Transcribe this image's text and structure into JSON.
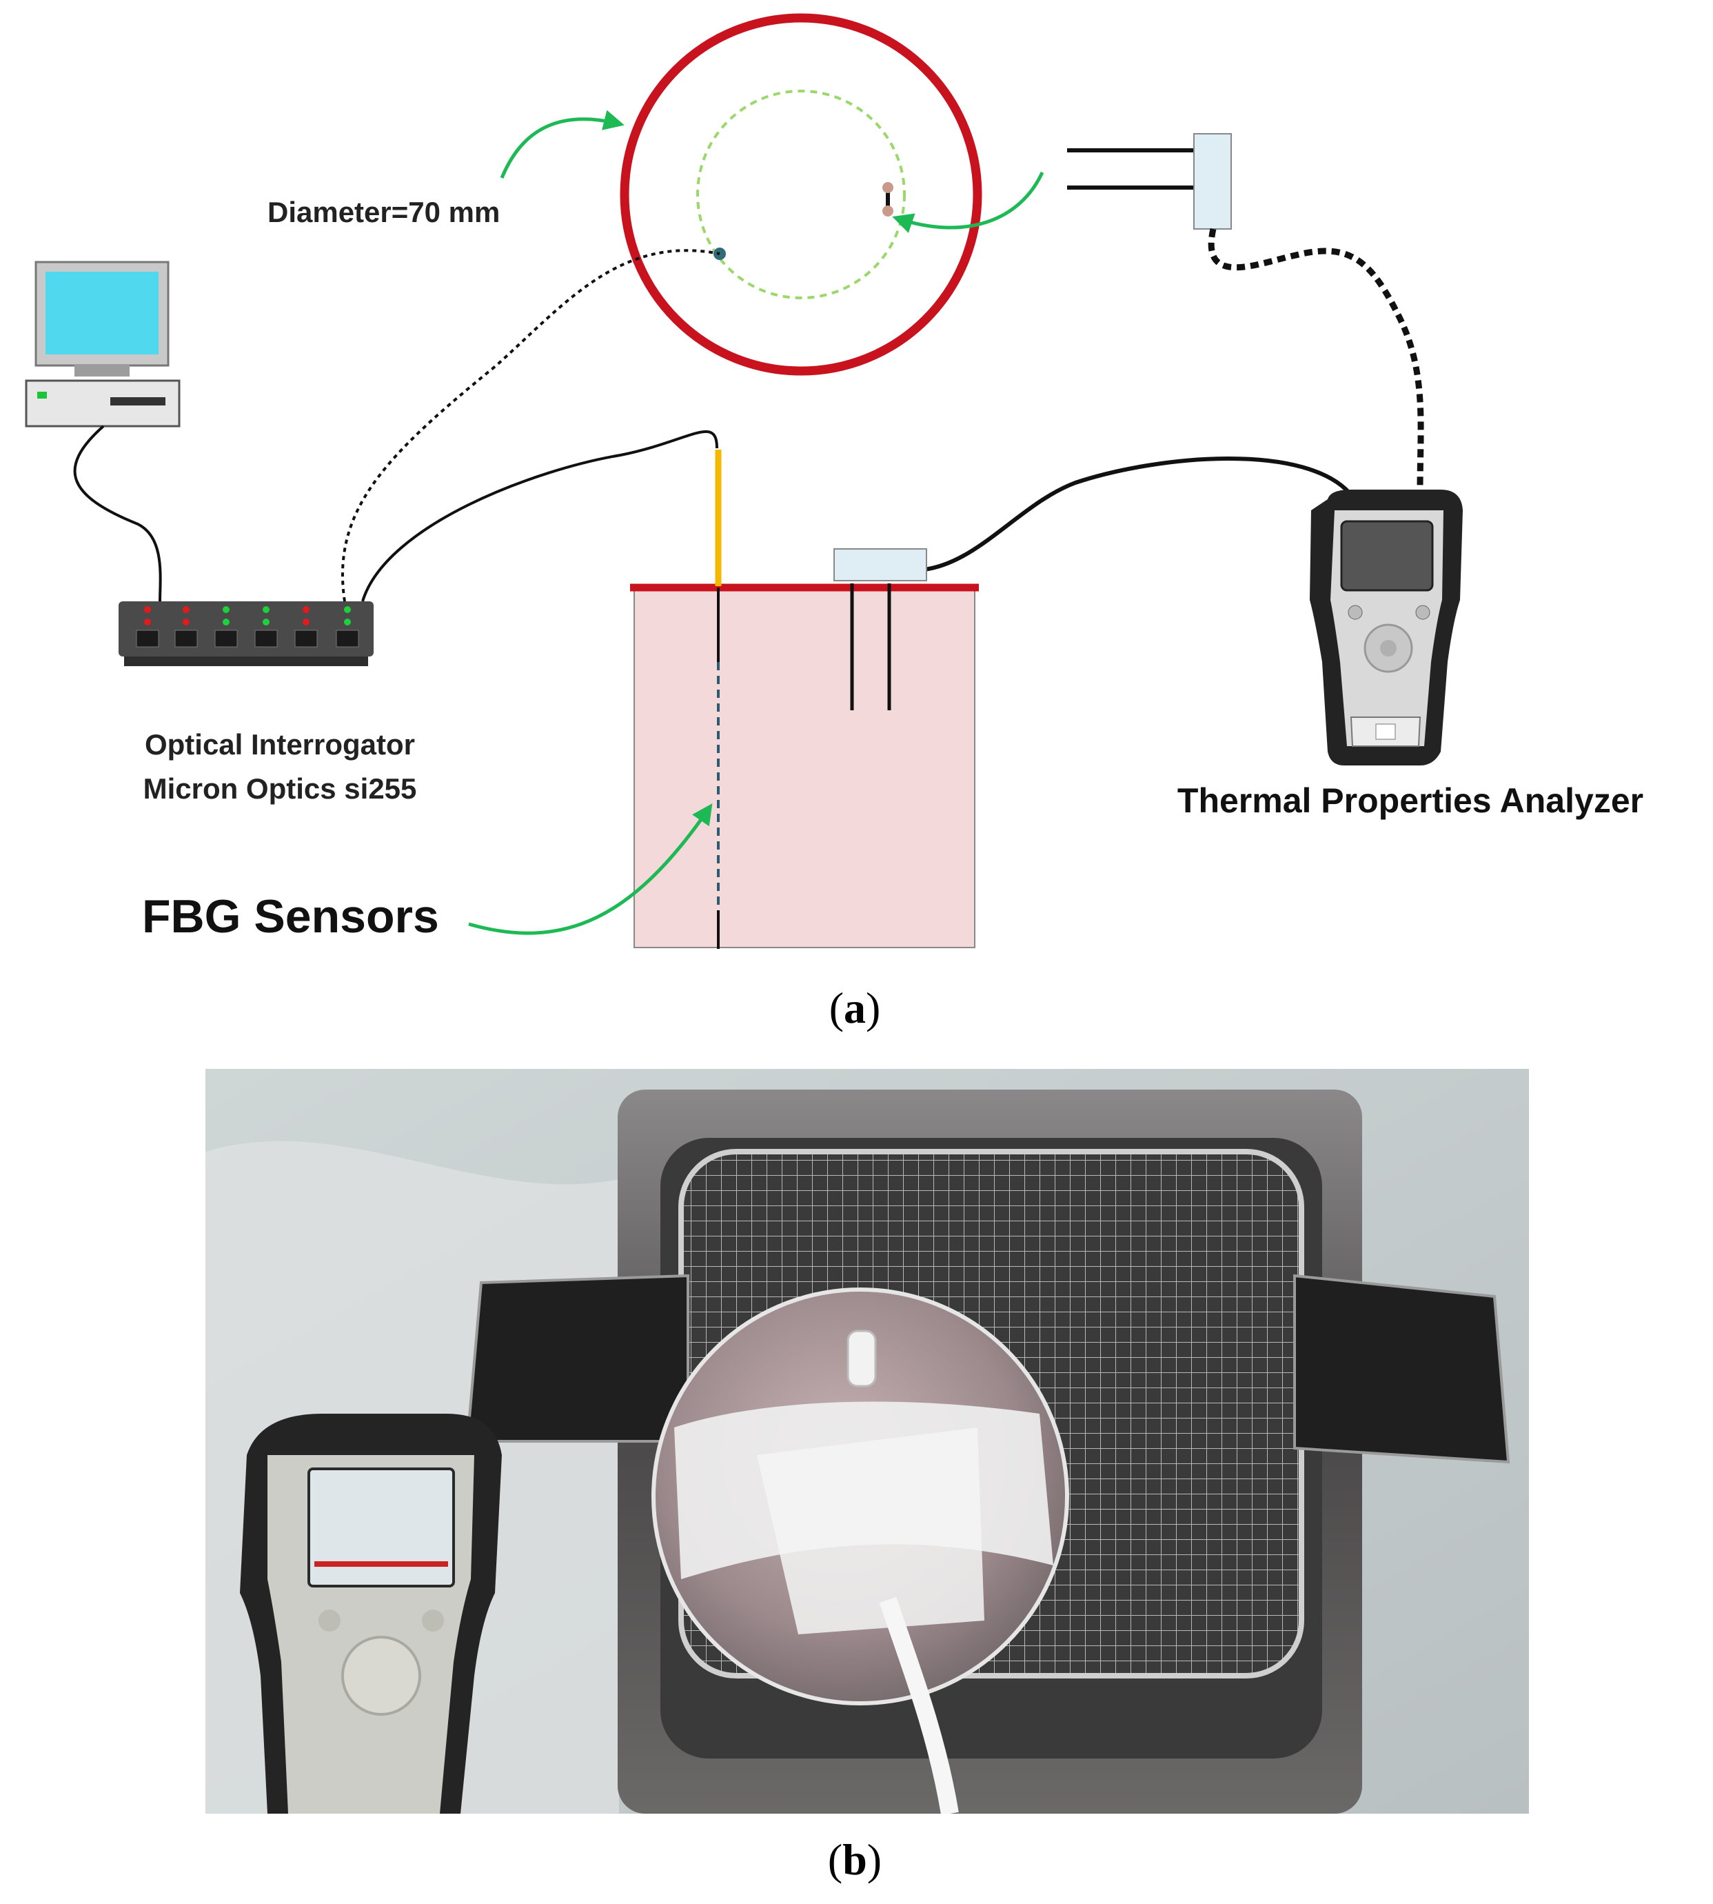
{
  "figure_a": {
    "labels": {
      "diameter": "Diameter=70 mm",
      "interrogator_line1": "Optical Interrogator",
      "interrogator_line2": "Micron Optics si255",
      "fbg": "FBG Sensors",
      "analyzer": "Thermal Properties Analyzer"
    },
    "colors": {
      "container_border": "#c8121e",
      "container_fill": "#f3d9d9",
      "arrow": "#1db954",
      "fiber_yellow": "#f5b800",
      "probe_box": "#dfeef5",
      "monitor_screen": "#4fd8ee"
    },
    "caption": {
      "open": "(",
      "letter": "a",
      "close": ")"
    }
  },
  "figure_b": {
    "caption": {
      "open": "(",
      "letter": "b",
      "close": ")"
    },
    "photo_subjects": [
      "handheld-thermal-analyzer",
      "stainless-steel-water-bath",
      "wire-basket",
      "plastic-sphere-phantom",
      "white-probe-cable",
      "metal-handles"
    ]
  }
}
